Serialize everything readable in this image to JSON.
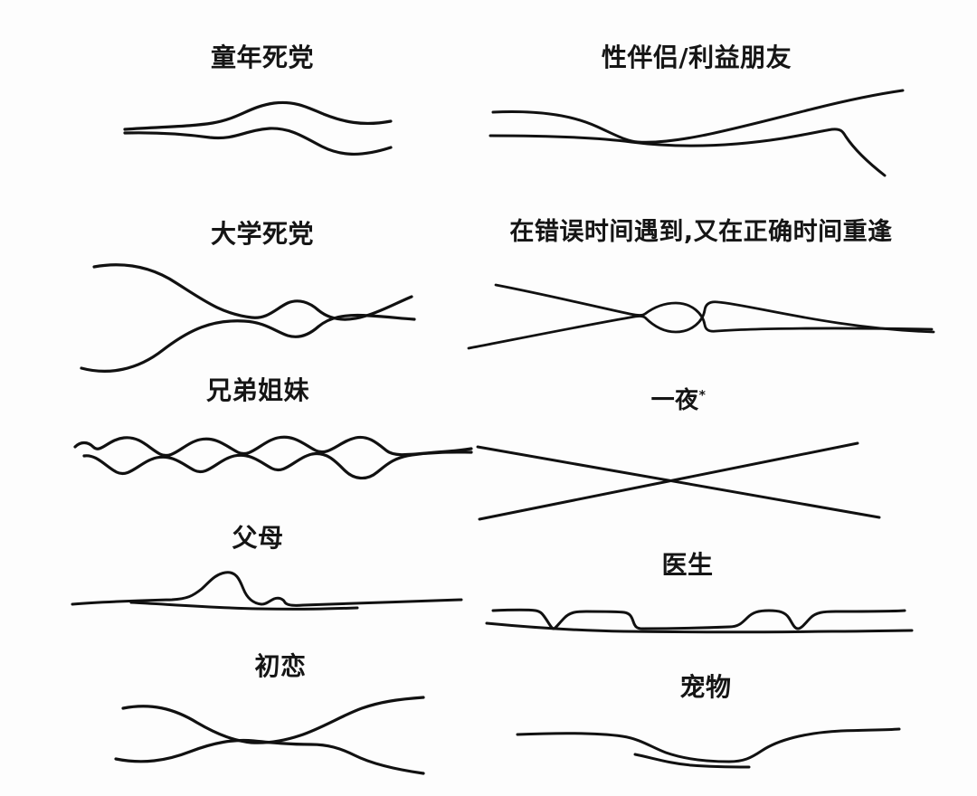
{
  "poster": {
    "background_color": "#fdfdfd",
    "ink_color": "#111111",
    "columns": 2,
    "panel_count": 10
  },
  "panels": [
    {
      "id": "childhood-best-friends",
      "label": "童年死党",
      "label_font_size": 28,
      "column": "left",
      "row": 1,
      "figure_kind": "two-wavy-lines-parallel",
      "description": "两条起伏交织的平行曲线"
    },
    {
      "id": "friends-with-benefits",
      "label": "性伴侣/利益朋友",
      "label_font_size": 28,
      "column": "right",
      "row": 1,
      "figure_kind": "converge-then-split-up-and-down",
      "description": "先靠近再一条上扬一条下落"
    },
    {
      "id": "college-best-friends",
      "label": "大学死党",
      "label_font_size": 28,
      "column": "left",
      "row": 2,
      "figure_kind": "converge-lens-then-parallel",
      "description": "两条线相遇后形成小梭形再并行"
    },
    {
      "id": "right-person-wrong-time",
      "label": "在错误时间遇到,又在正确时间重逢",
      "label_font_size": 27,
      "column": "right",
      "row": 2,
      "figure_kind": "pinch-circle-merge",
      "description": "交汇成圆圈后合并为一条"
    },
    {
      "id": "siblings",
      "label": "兄弟姐妹",
      "label_font_size": 28,
      "column": "left",
      "row": 3,
      "figure_kind": "braided-weave",
      "description": "反复交织编成辫状最后合拢"
    },
    {
      "id": "one-night",
      "label": "一夜",
      "label_suffix": "*",
      "label_font_size": 26,
      "column": "right",
      "row": 3,
      "figure_kind": "x-cross",
      "description": "两条直线交叉成X"
    },
    {
      "id": "parents",
      "label": "父母",
      "label_font_size": 28,
      "column": "left",
      "row": 4,
      "figure_kind": "flat-with-one-bump",
      "description": "近乎平行其中一条有一个隆起"
    },
    {
      "id": "doctor",
      "label": "医生",
      "label_font_size": 28,
      "column": "right",
      "row": 4,
      "figure_kind": "flat-with-notch-spikes",
      "description": "平行线带两处尖锐下凹接触"
    },
    {
      "id": "first-love",
      "label": "初恋",
      "label_font_size": 28,
      "column": "left",
      "row": 5,
      "figure_kind": "cross-over-and-diverge",
      "description": "相遇同行一段后各自分开"
    },
    {
      "id": "pet",
      "label": "宠物",
      "label_font_size": 28,
      "column": "right",
      "row": 5,
      "figure_kind": "dip-with-short-companion",
      "description": "长线下凹处伴随一条短线"
    }
  ]
}
